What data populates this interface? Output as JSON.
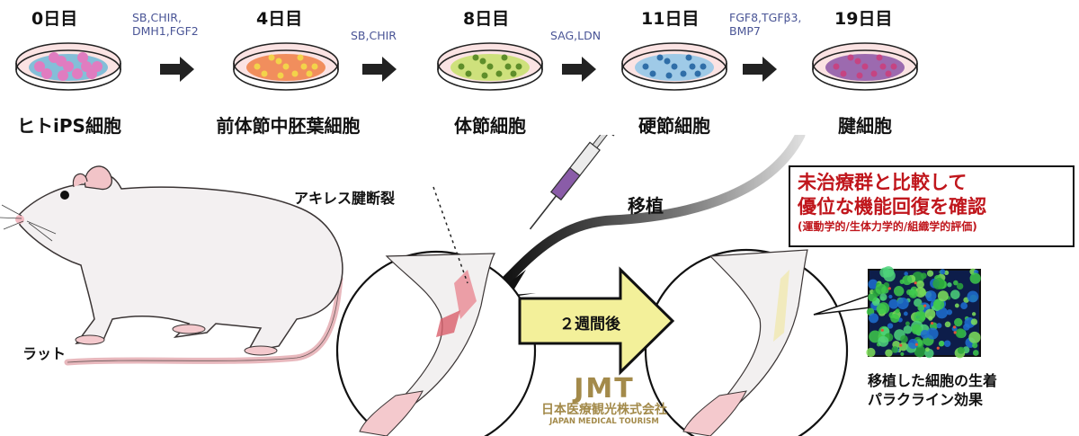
{
  "timeline": {
    "stages": [
      {
        "day": "0日目",
        "cell": "ヒトiPS細胞",
        "dish_colors": {
          "cell": "#6fb7d6",
          "nucleus": "#e07cc0"
        }
      },
      {
        "day": "4日目",
        "cell": "前体節中胚葉細胞",
        "dish_colors": {
          "cell": "#ef7f45",
          "nucleus": "#f3d34a"
        }
      },
      {
        "day": "8日目",
        "cell": "体節細胞",
        "dish_colors": {
          "cell": "#c6e06a",
          "nucleus": "#5e8e2a"
        }
      },
      {
        "day": "11日目",
        "cell": "硬節細胞",
        "dish_colors": {
          "cell": "#8ec6e8",
          "nucleus": "#2f6ea8"
        }
      },
      {
        "day": "19日目",
        "cell": "腱細胞",
        "dish_colors": {
          "cell": "#8b55a6",
          "nucleus": "#c54482"
        }
      }
    ],
    "reagents": [
      {
        "line1": "SB,CHIR,",
        "line2": "DMH1,FGF2"
      },
      {
        "line1": "SB,CHIR",
        "line2": ""
      },
      {
        "line1": "SAG,LDN",
        "line2": ""
      },
      {
        "line1": "FGF8,TGFβ3,",
        "line2": "BMP7"
      }
    ]
  },
  "experiment": {
    "rat_label": "ラット",
    "injury_label": "アキレス腱断裂",
    "transplant_label": "移植",
    "after_label": "２週間後",
    "result_box": {
      "line1": "未治療群と比較して",
      "line2": "優位な機能回復を確認",
      "line3": "(運動学的/生体力学的/組織学的評価)"
    },
    "micrograph_caption": {
      "line1": "移植した細胞の生着",
      "line2": "パラクライン効果"
    }
  },
  "watermark": {
    "logo": "JMT",
    "company_ja": "日本医療観光株式会社",
    "company_en": "JAPAN MEDICAL TOURISM"
  },
  "colors": {
    "reagent_text": "#4a5596",
    "result_text": "#c0161c",
    "arrow_fill": "#f3f09a",
    "logo": "#a38a4a",
    "syringe_liquid": "#8a5ca8"
  }
}
